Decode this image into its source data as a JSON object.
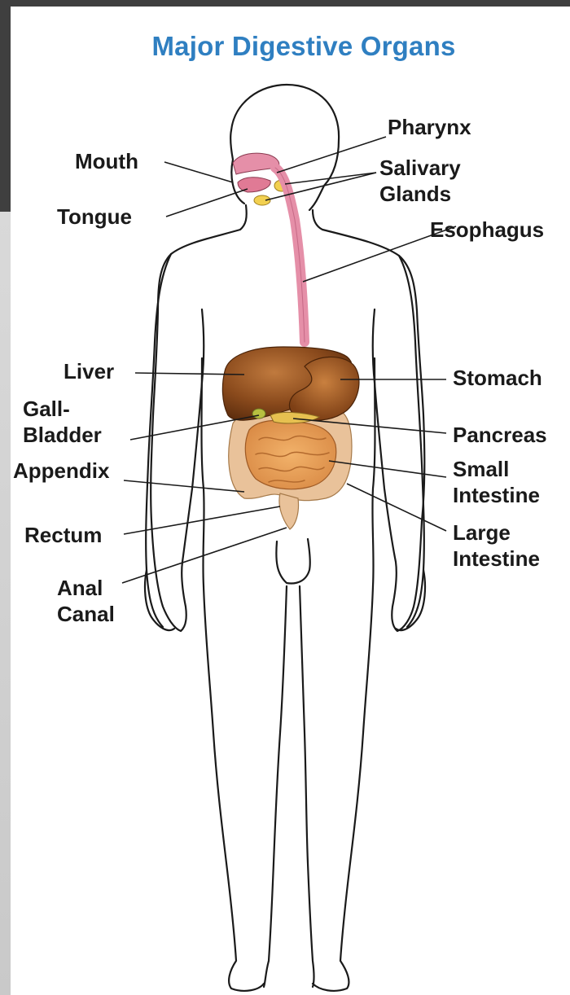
{
  "title": "Major Digestive Organs",
  "labels": {
    "mouth": "Mouth",
    "tongue": "Tongue",
    "pharynx": "Pharynx",
    "salivary_1": "Salivary",
    "salivary_2": "Glands",
    "esophagus": "Esophagus",
    "liver": "Liver",
    "gall_1": "Gall-",
    "gall_2": "Bladder",
    "appendix": "Appendix",
    "rectum": "Rectum",
    "anal_1": "Anal",
    "anal_2": "Canal",
    "stomach": "Stomach",
    "pancreas": "Pancreas",
    "small_1": "Small",
    "small_2": "Intestine",
    "large_1": "Large",
    "large_2": "Intestine"
  },
  "colors": {
    "title": "#2f7fc1",
    "esophagus": "#e58fa8",
    "liver": "#8a4a1c",
    "stomach": "#a35a24",
    "intestine": "#e8a25a",
    "large_intestine": "#e9c29a",
    "gallbladder": "#c8c83a"
  }
}
